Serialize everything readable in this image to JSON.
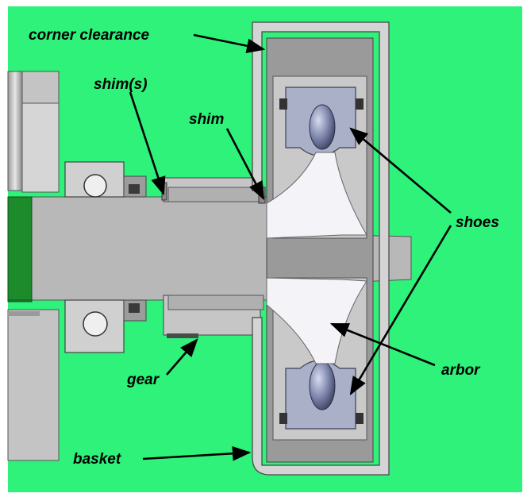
{
  "labels": {
    "corner_clearance": "corner clearance",
    "shims": "shim(s)",
    "shim": "shim",
    "shoes": "shoes",
    "arbor": "arbor",
    "gear": "gear",
    "basket": "basket"
  },
  "colors": {
    "background": "#2ef27a",
    "frame": "#ffffff",
    "steel_light": "#c9c9c9",
    "steel_mid": "#a9a9a9",
    "steel_dark": "#6f6f6f",
    "shoe_blue": "#aab0c8",
    "arbor_white": "#f4f4f8",
    "motor_green": "#1d8a2c",
    "leader": "#000000"
  }
}
